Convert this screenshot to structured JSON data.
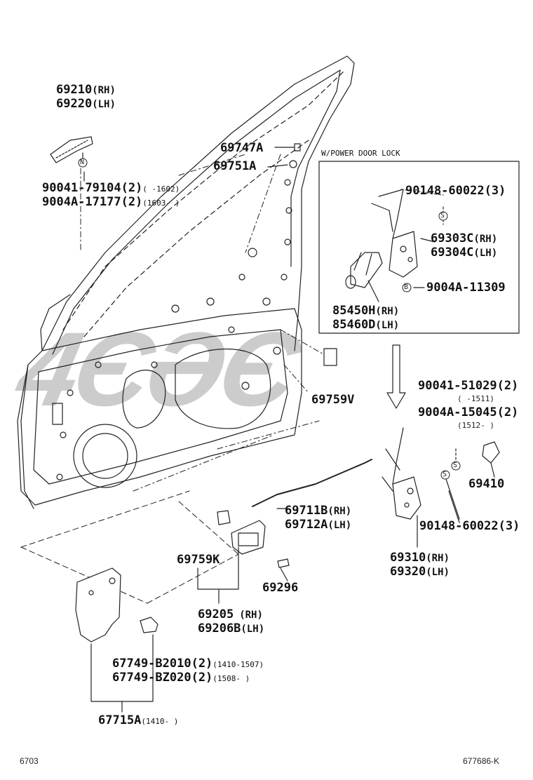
{
  "inset_title": "W/POWER DOOR LOCK",
  "watermark": "4ЄӘЄ",
  "labels": {
    "p69210": {
      "part": "69210",
      "suffix": "(RH)"
    },
    "p69220": {
      "part": "69220",
      "suffix": "(LH)"
    },
    "p90041_79104": {
      "part": "90041-79104(2)",
      "range": "(      -1602)"
    },
    "p9004A_17177": {
      "part": "9004A-17177(2)",
      "range": "(1603-      )"
    },
    "p69747A": {
      "part": "69747A"
    },
    "p69751A": {
      "part": "69751A"
    },
    "p90148_60022_top": {
      "part": "90148-60022(3)"
    },
    "p69303C": {
      "part": "69303C",
      "suffix": "(RH)"
    },
    "p69304C": {
      "part": "69304C",
      "suffix": "(LH)"
    },
    "p9004A_11309": {
      "part": "9004A-11309"
    },
    "p85450H": {
      "part": "85450H",
      "suffix": "(RH)"
    },
    "p85460D": {
      "part": "85460D",
      "suffix": "(LH)"
    },
    "p69759V": {
      "part": "69759V"
    },
    "p90041_51029": {
      "part": "90041-51029(2)",
      "range": "(      -1511)"
    },
    "p9004A_15045": {
      "part": "9004A-15045(2)",
      "range": "(1512-      )"
    },
    "p69410": {
      "part": "69410"
    },
    "p69711B": {
      "part": "69711B",
      "suffix": "(RH)"
    },
    "p69712A": {
      "part": "69712A",
      "suffix": "(LH)"
    },
    "p90148_60022_bot": {
      "part": "90148-60022(3)"
    },
    "p69759K": {
      "part": "69759K"
    },
    "p69296": {
      "part": "69296"
    },
    "p69310": {
      "part": "69310",
      "suffix": "(RH)"
    },
    "p69320": {
      "part": "69320",
      "suffix": "(LH)"
    },
    "p69205": {
      "part": "69205",
      "suffix": "(RH)"
    },
    "p69206B": {
      "part": "69206B",
      "suffix": "(LH)"
    },
    "p67749_B2010": {
      "part": "67749-B2010(2)",
      "range": "(1410-1507)"
    },
    "p67749_BZ020": {
      "part": "67749-BZ020(2)",
      "range": "(1508-      )"
    },
    "p67715A": {
      "part": "67715A",
      "range": "(1410-      )"
    }
  },
  "markers": {
    "N": "N",
    "S": "S",
    "B": "B"
  },
  "footer": {
    "left": "6703",
    "right": "677686-K"
  }
}
